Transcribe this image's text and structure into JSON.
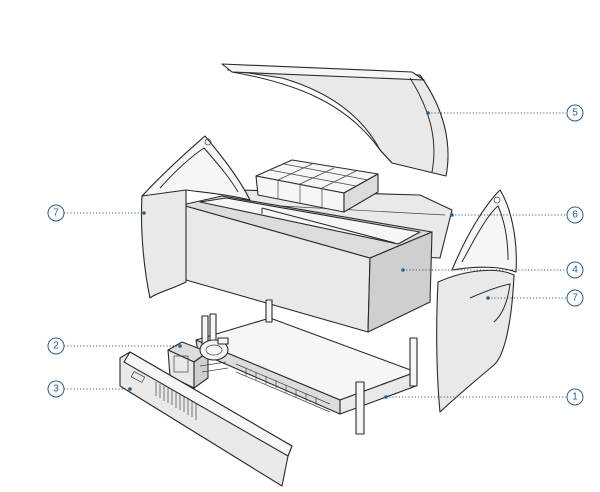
{
  "callouts": [
    {
      "id": "c1",
      "label": "1"
    },
    {
      "id": "c2",
      "label": "2"
    },
    {
      "id": "c3",
      "label": "3"
    },
    {
      "id": "c4",
      "label": "4"
    },
    {
      "id": "c5",
      "label": "5"
    },
    {
      "id": "c6",
      "label": "6"
    },
    {
      "id": "c7a",
      "label": "7"
    },
    {
      "id": "c7b",
      "label": "7"
    }
  ],
  "colors": {
    "callout": "#2e5f86",
    "panel": "#e9e9e9",
    "outline": "#2a2a2a"
  }
}
